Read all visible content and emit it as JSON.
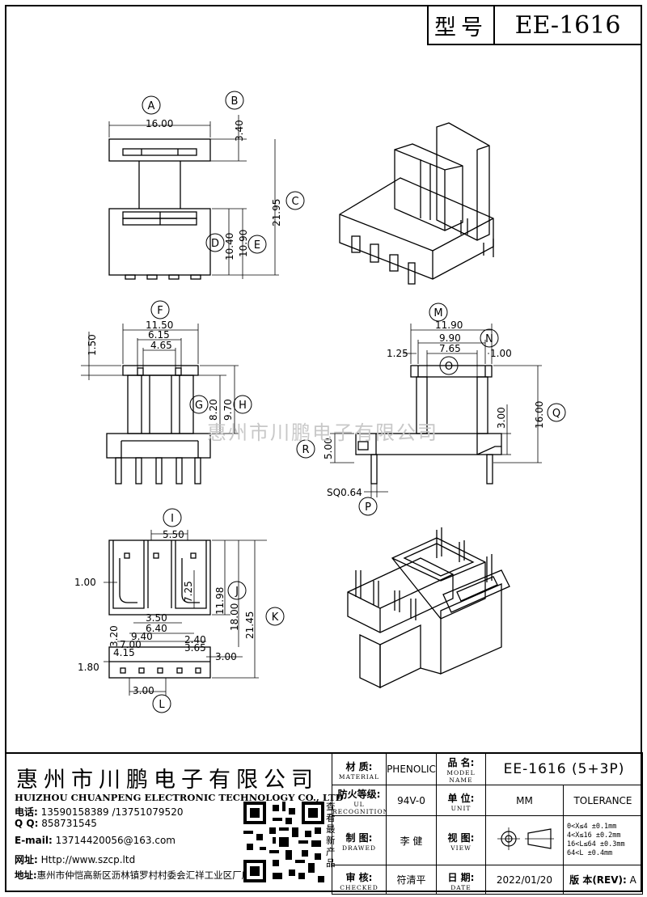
{
  "title": {
    "label_cn": "型号",
    "model": "EE-1616"
  },
  "watermark": "惠州市川鹏电子有限公司",
  "callouts": [
    "A",
    "B",
    "C",
    "D",
    "E",
    "F",
    "G",
    "H",
    "M",
    "N",
    "O",
    "Q",
    "R",
    "P",
    "I",
    "J",
    "K",
    "L"
  ],
  "dimensions": {
    "top": [
      "16.00",
      "3.40",
      "21.95",
      "10.40",
      "10.90"
    ],
    "front": [
      "11.50",
      "6.15",
      "4.65",
      "1.50",
      "8.20",
      "9.70"
    ],
    "side": [
      "11.90",
      "9.90",
      "7.65",
      "1.25",
      "1.00",
      "16.00",
      "3.00",
      "5.00",
      "SQ0.64"
    ],
    "bottom": [
      "5.50",
      "1.00",
      "7.25",
      "11.98",
      "18.00",
      "21.45",
      "3.50",
      "6.40",
      "9.40",
      "7.00",
      "4.15",
      "3.20",
      "2.40",
      "3.65",
      "3.00",
      "1.80",
      "3.00"
    ]
  },
  "company": {
    "name_cn": "惠州市川鹏电子有限公司",
    "name_en": "HUIZHOU CHUANPENG ELECTRONIC TECHNOLOGY CO., LTD",
    "phone_label": "电话:",
    "phone": "13590158389 /13751079520",
    "qq_label": "Q Q:",
    "qq": "858731545",
    "email_label": "E-mail:",
    "email": "13714420056@163.com",
    "web_label": "网址:",
    "web": "Http://www.szcp.ltd",
    "addr_label": "地址:",
    "addr": "惠州市仲恺高新区沥林镇罗村村委会汇祥工业区厂房1栋一楼",
    "qr_caption": "查看最新产品"
  },
  "meta": {
    "material_label": "材 质:",
    "material_sub": "MATERIAL",
    "material": "PHENOLIC",
    "part_label": "品 名:",
    "part_sub": "MODEL NAME",
    "part": "EE-1616 (5+3P)",
    "ul_label": "防火等级:",
    "ul_sub": "UL RECOGNITION",
    "ul": "94V-0",
    "unit_label": "单 位:",
    "unit_sub": "UNIT",
    "unit": "MM",
    "tolerance": "TOLERANCE",
    "drawn_label": "制 图:",
    "drawn_sub": "DRAWED",
    "drawn": "李 健",
    "view_label": "视 图:",
    "view_sub": "VIEW",
    "tol_lines": [
      "0<X≤4   ±0.1mm",
      "4<X≤16  ±0.2mm",
      "16<L≤64 ±0.3mm",
      "64<L   ±0.4mm"
    ],
    "check_label": "审 核:",
    "check_sub": "CHECKED",
    "checked": "符清平",
    "date_label": "日 期:",
    "date_sub": "DATE",
    "date": "2022/01/20",
    "rev_label": "版 本(REV):",
    "rev": "A"
  }
}
